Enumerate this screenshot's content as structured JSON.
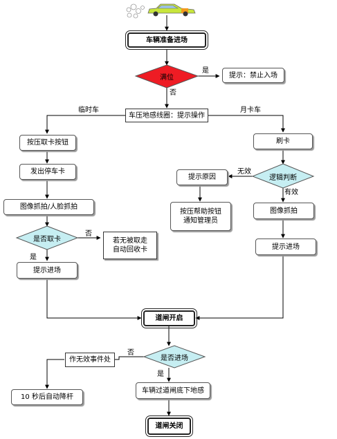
{
  "nodes": {
    "start": "车辆准备进场",
    "full": "满位",
    "forbid": "提示：禁止入场",
    "sensor": "车压地感线圈：提示操作",
    "press_btn": "按压取卡按钮",
    "issue_card": "发出停车卡",
    "capture_face": "图像抓拍/人脸抓拍",
    "took_card": "是否取卡",
    "auto_recycle": "若无被取走\n自动回收卡",
    "prompt_enter_left": "提示进场",
    "swipe": "刷卡",
    "logic": "逻辑判断",
    "show_reason": "提示原因",
    "notify_admin": "按压帮助按钮\n通知管理员",
    "capture_right": "图像抓拍",
    "prompt_enter_right": "提示进场",
    "gate_open": "道闸开启",
    "entered": "是否进场",
    "invalid_event": "作无效事件处",
    "auto_lower": "10 秒后自动降杆",
    "pass_loop": "车辆过道闸底下地感",
    "gate_close": "道闸关闭"
  },
  "edges": {
    "yes": "是",
    "no": "否",
    "temp_car": "临时车",
    "monthly_car": "月卡车",
    "invalid": "无效",
    "valid": "有效"
  },
  "colors": {
    "decision_red": "#ee1c24",
    "decision_cyan": "#c6eef2",
    "car_body": "#c8e63c",
    "car_stripe": "#f39a1d"
  },
  "icons": {
    "car": "car-icon",
    "exhaust": "exhaust-smoke-icon"
  }
}
